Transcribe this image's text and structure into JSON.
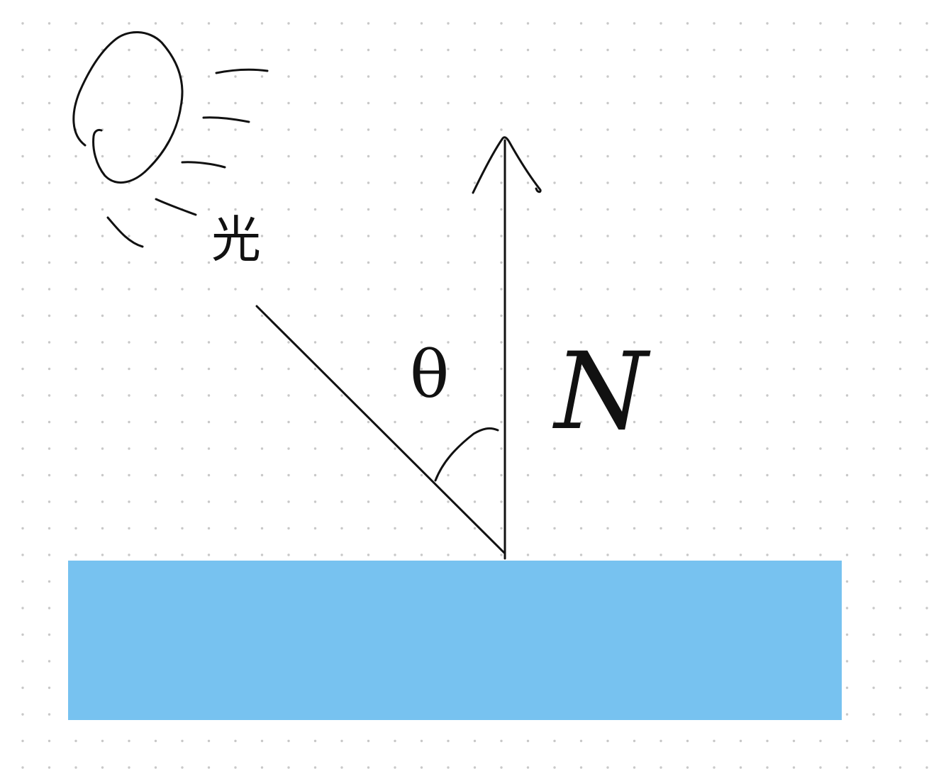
{
  "canvas": {
    "background": "#ffffff",
    "grid": "dot-grid",
    "dot_color": "#c8c8c8"
  },
  "surface": {
    "color": "#77c2f0"
  },
  "ink_color": "#111111",
  "labels": {
    "light": "光",
    "angle": "θ",
    "normal": "N"
  },
  "icons": {
    "light_source": "sun-icon"
  }
}
